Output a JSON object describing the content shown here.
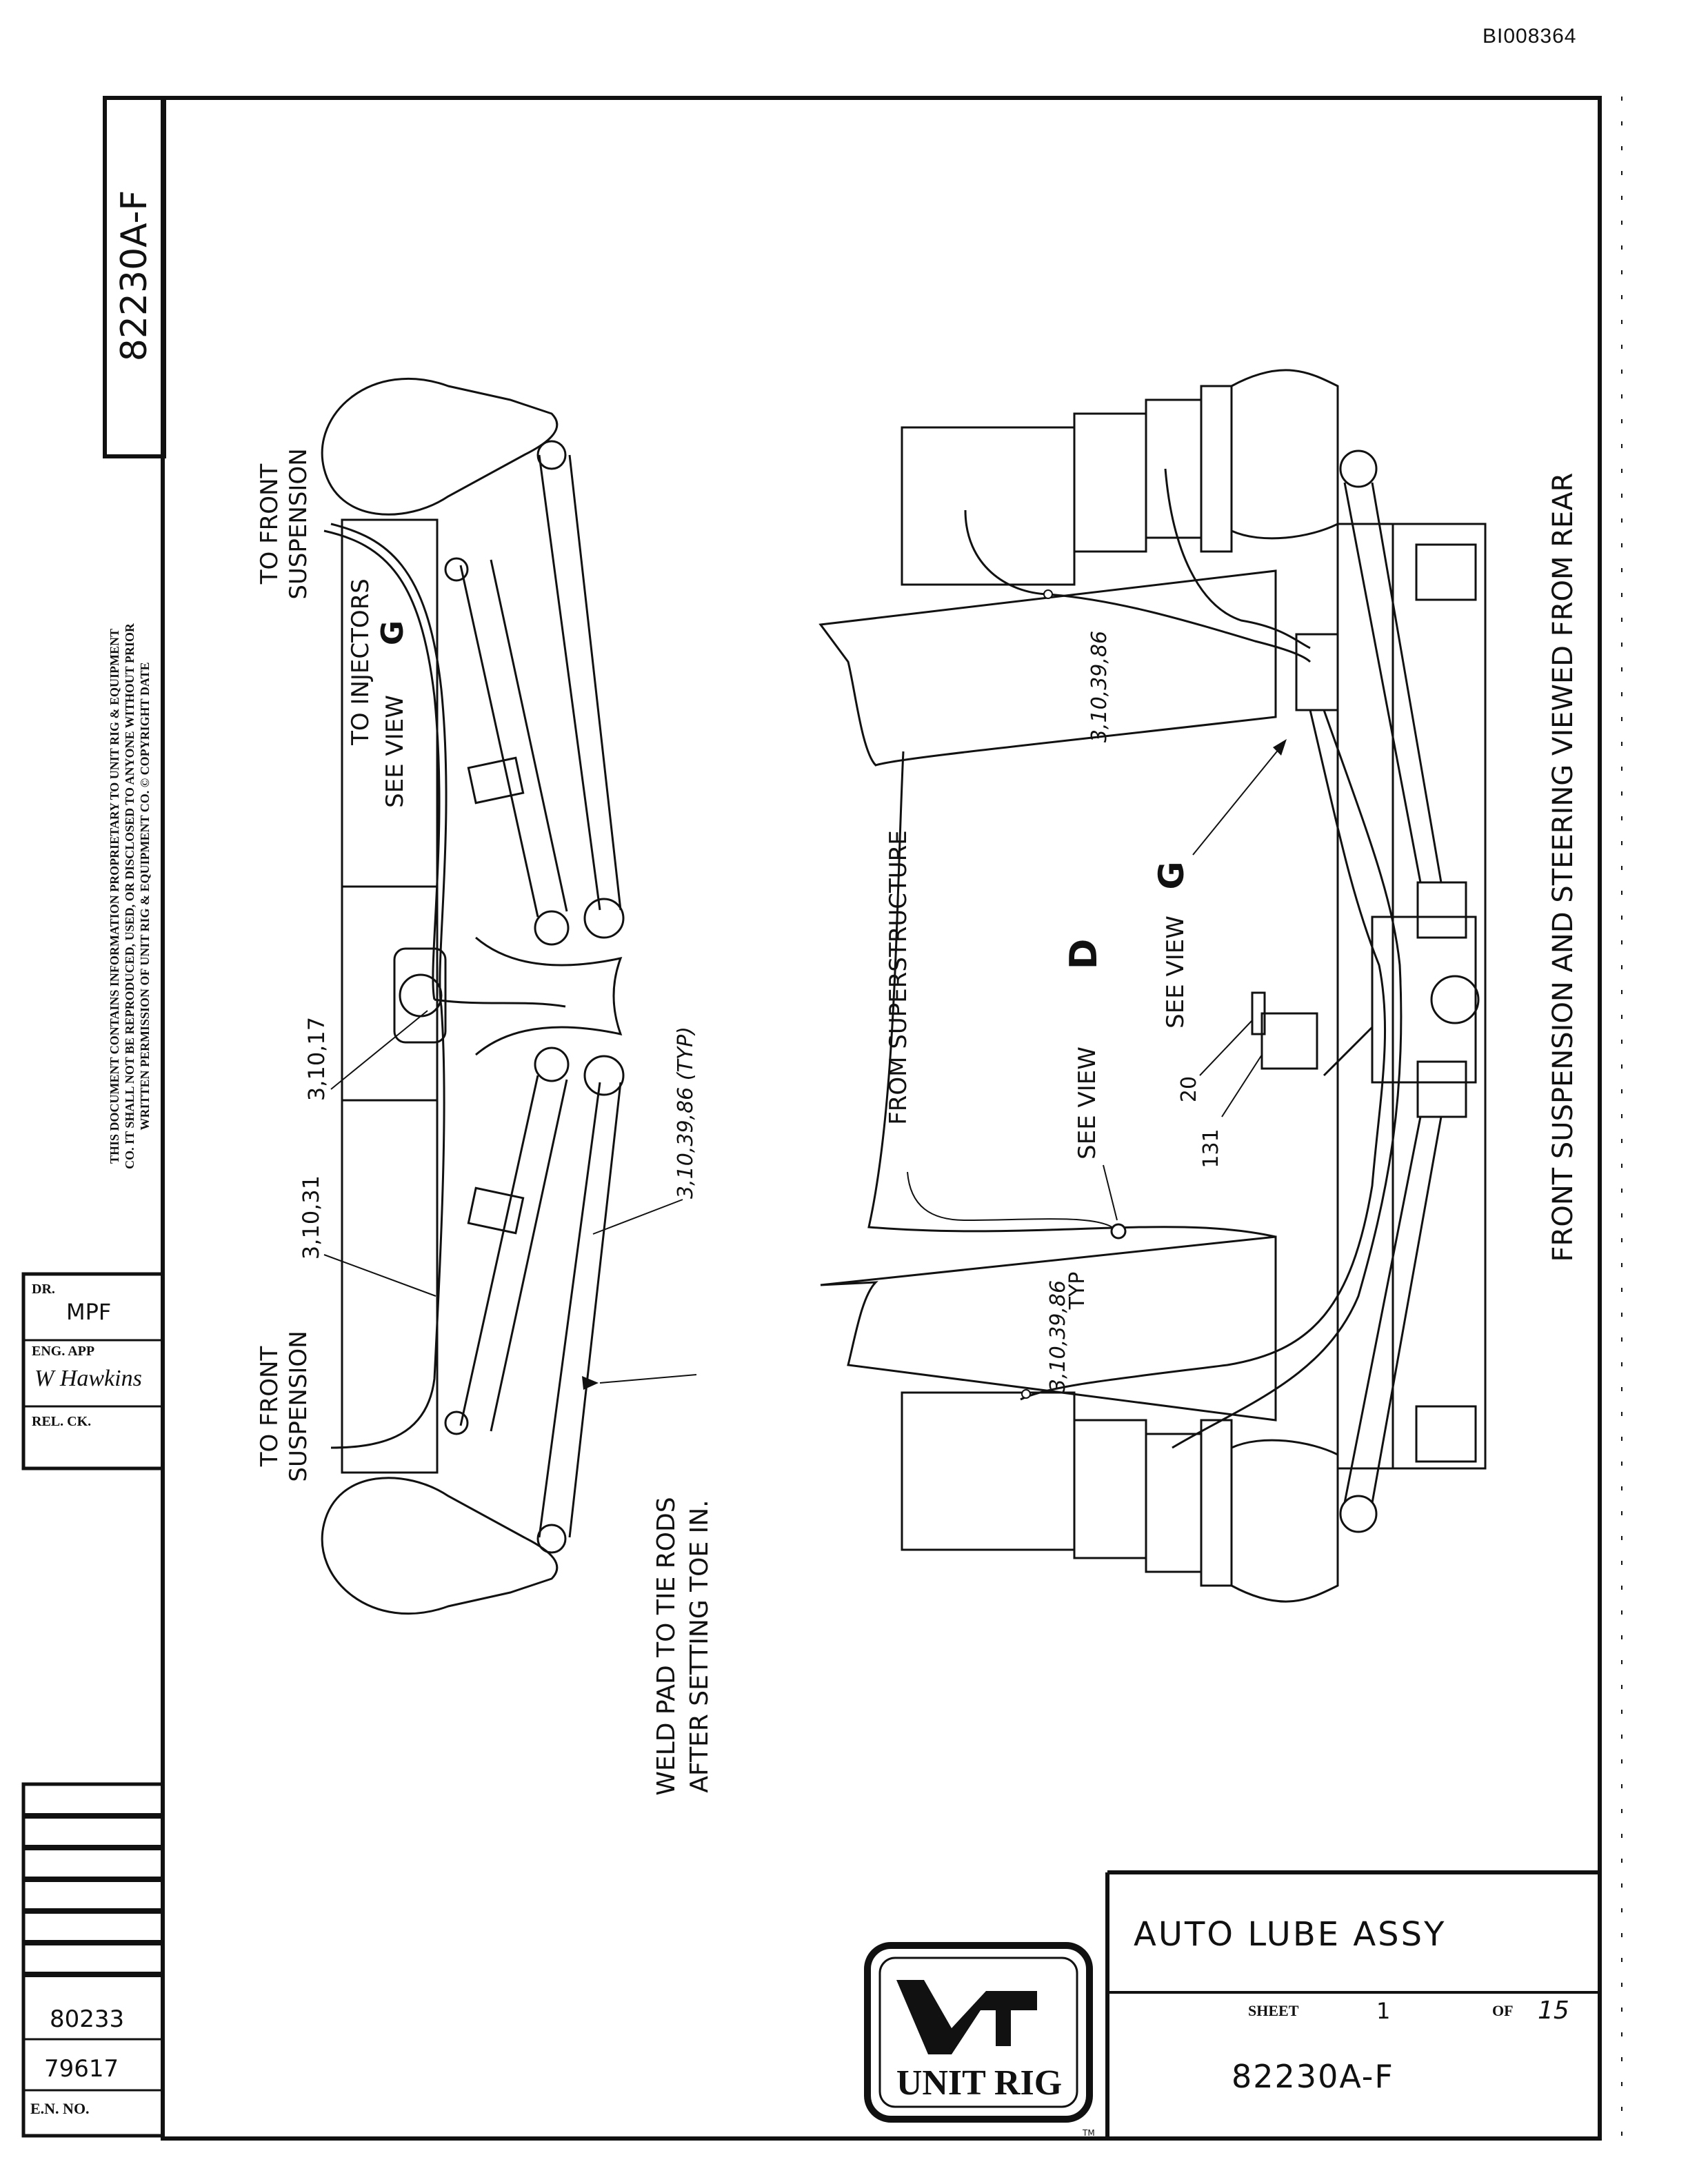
{
  "document_id": "BI008364",
  "drawing_number_rotated": "82230A-F",
  "proprietary_notice": {
    "line1": "THIS DOCUMENT CONTAINS INFORMATION PROPRIETARY TO UNIT RIG & EQUIPMENT",
    "line2": "CO. IT SHALL NOT BE REPRODUCED, USED, OR DISCLOSED TO ANYONE WITHOUT PRIOR",
    "line3": "WRITTEN PERMISSION OF UNIT RIG & EQUIPMENT CO. © COPYRIGHT  DATE"
  },
  "approvals": {
    "dr_label": "DR.",
    "dr_value": "MPF",
    "eng_app_label": "ENG. APP",
    "eng_app_value": "W Hawkins",
    "rel_ck_label": "REL. CK."
  },
  "revisions": {
    "en_1": "80233",
    "en_2": "79617",
    "en_label": "E.N. NO."
  },
  "top_view_labels": {
    "to_front_suspension_top": [
      "TO FRONT",
      "SUSPENSION"
    ],
    "to_injectors": "TO INJECTORS",
    "see_view_g_top": "SEE VIEW",
    "view_letter_g": "G",
    "callout_3_10_17": "3,10,17",
    "callout_3_10_31": "3,10,31",
    "callout_typ": "3,10,39,86 (TYP)",
    "to_front_suspension_bottom": [
      "TO FRONT",
      "SUSPENSION"
    ],
    "weld_note": [
      "WELD PAD TO TIE RODS",
      "AFTER SETTING TOE IN."
    ]
  },
  "rear_view_labels": {
    "callout_top": "3,10,39,86",
    "from_superstructure": "FROM SUPERSTRUCTURE",
    "see_view_d": "SEE VIEW",
    "view_letter_d": "D",
    "see_view_g": "SEE VIEW",
    "view_letter_g": "G",
    "callout_20": "20",
    "callout_131": "131",
    "callout_bottom": [
      "3,10,39,86",
      "TYP"
    ],
    "view_caption": "FRONT SUSPENSION AND STEERING VIEWED FROM REAR"
  },
  "title_block": {
    "title": "AUTO LUBE ASSY",
    "sheet_label": "SHEET",
    "sheet_number": "1",
    "of_label": "OF",
    "sheet_total": "15",
    "drawing_number": "82230A-F",
    "logo_text": "UNIT RIG",
    "logo_tm": "TM"
  }
}
